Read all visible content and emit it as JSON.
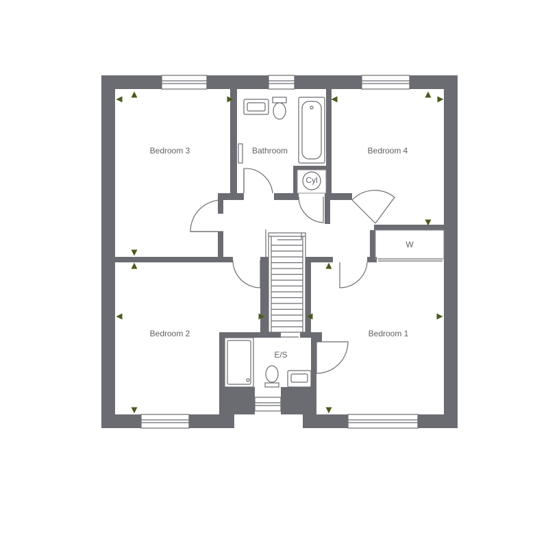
{
  "rooms": {
    "bedroom3": "Bedroom 3",
    "bathroom": "Bathroom",
    "bedroom4": "Bedroom 4",
    "cylinder": "Cyl",
    "wardrobe": "W",
    "bedroom2": "Bedroom 2",
    "bedroom1": "Bedroom 1",
    "ensuite": "E/S"
  },
  "colors": {
    "wall": "#6b6c72",
    "marker": "#4a5a1c",
    "text": "#5f6066"
  }
}
